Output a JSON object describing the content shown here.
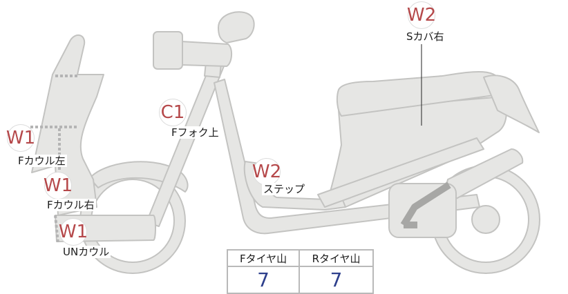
{
  "parts": [
    {
      "id": "s-cover-right",
      "grade": "W2",
      "label": "Sカバ右"
    },
    {
      "id": "f-fork-upper",
      "grade": "C1",
      "label": "Fフォク上"
    },
    {
      "id": "f-cowl-left",
      "grade": "W1",
      "label": "Fカウル左"
    },
    {
      "id": "f-cowl-right",
      "grade": "W1",
      "label": "Fカウル右"
    },
    {
      "id": "un-cowl",
      "grade": "W1",
      "label": "UNカウル"
    },
    {
      "id": "step",
      "grade": "W2",
      "label": "ステップ"
    }
  ],
  "tire_table": {
    "headers": [
      "Fタイヤ山",
      "Rタイヤ山"
    ],
    "values": [
      "7",
      "7"
    ]
  },
  "colors": {
    "grade_text": "#b5484a",
    "tire_value": "#2d3f8c",
    "body_fill": "#e6e6e4",
    "body_stroke": "#c3c3c1",
    "guide_dots": "#b4b4b4"
  }
}
